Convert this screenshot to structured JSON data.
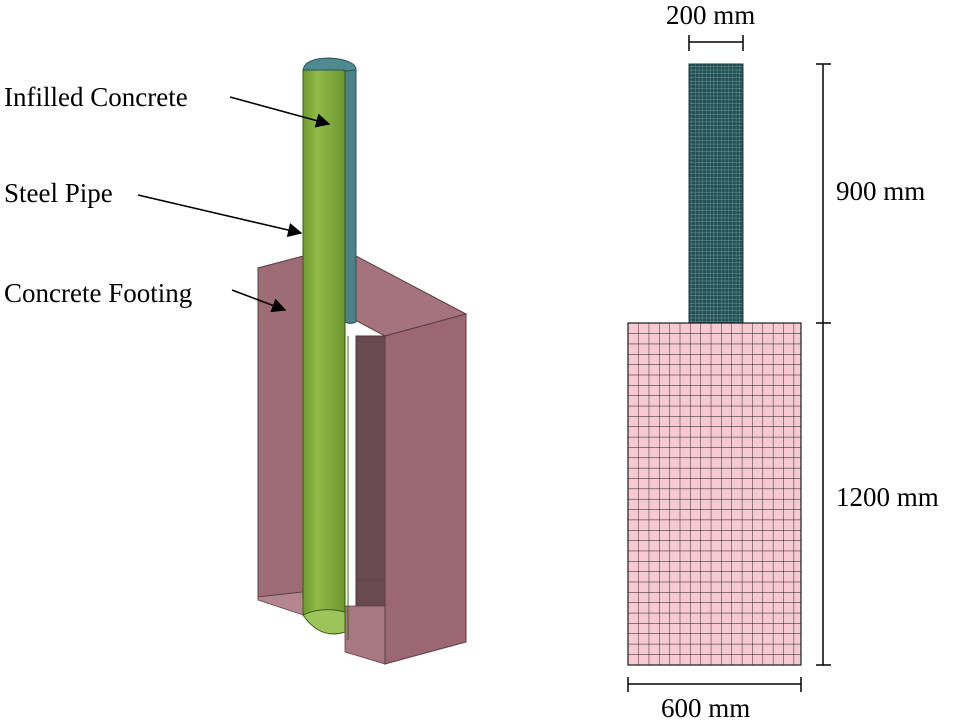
{
  "labels": {
    "infilled_concrete": "Infilled Concrete",
    "steel_pipe": "Steel Pipe",
    "concrete_footing": "Concrete Footing"
  },
  "dimensions": {
    "pipe_diameter": "200 mm",
    "column_height": "900 mm",
    "footing_height": "1200 mm",
    "footing_width": "600 mm"
  },
  "colors": {
    "footing_front": "#9e6c76",
    "footing_top": "#a5737e",
    "footing_side": "#8e5e69",
    "footing_inner": "#6a4a51",
    "steel_pipe": "#7ea83d",
    "infilled_concrete": "#4d8188",
    "mesh_column": "#2c5f62",
    "mesh_footing": "#f7c9d1"
  }
}
